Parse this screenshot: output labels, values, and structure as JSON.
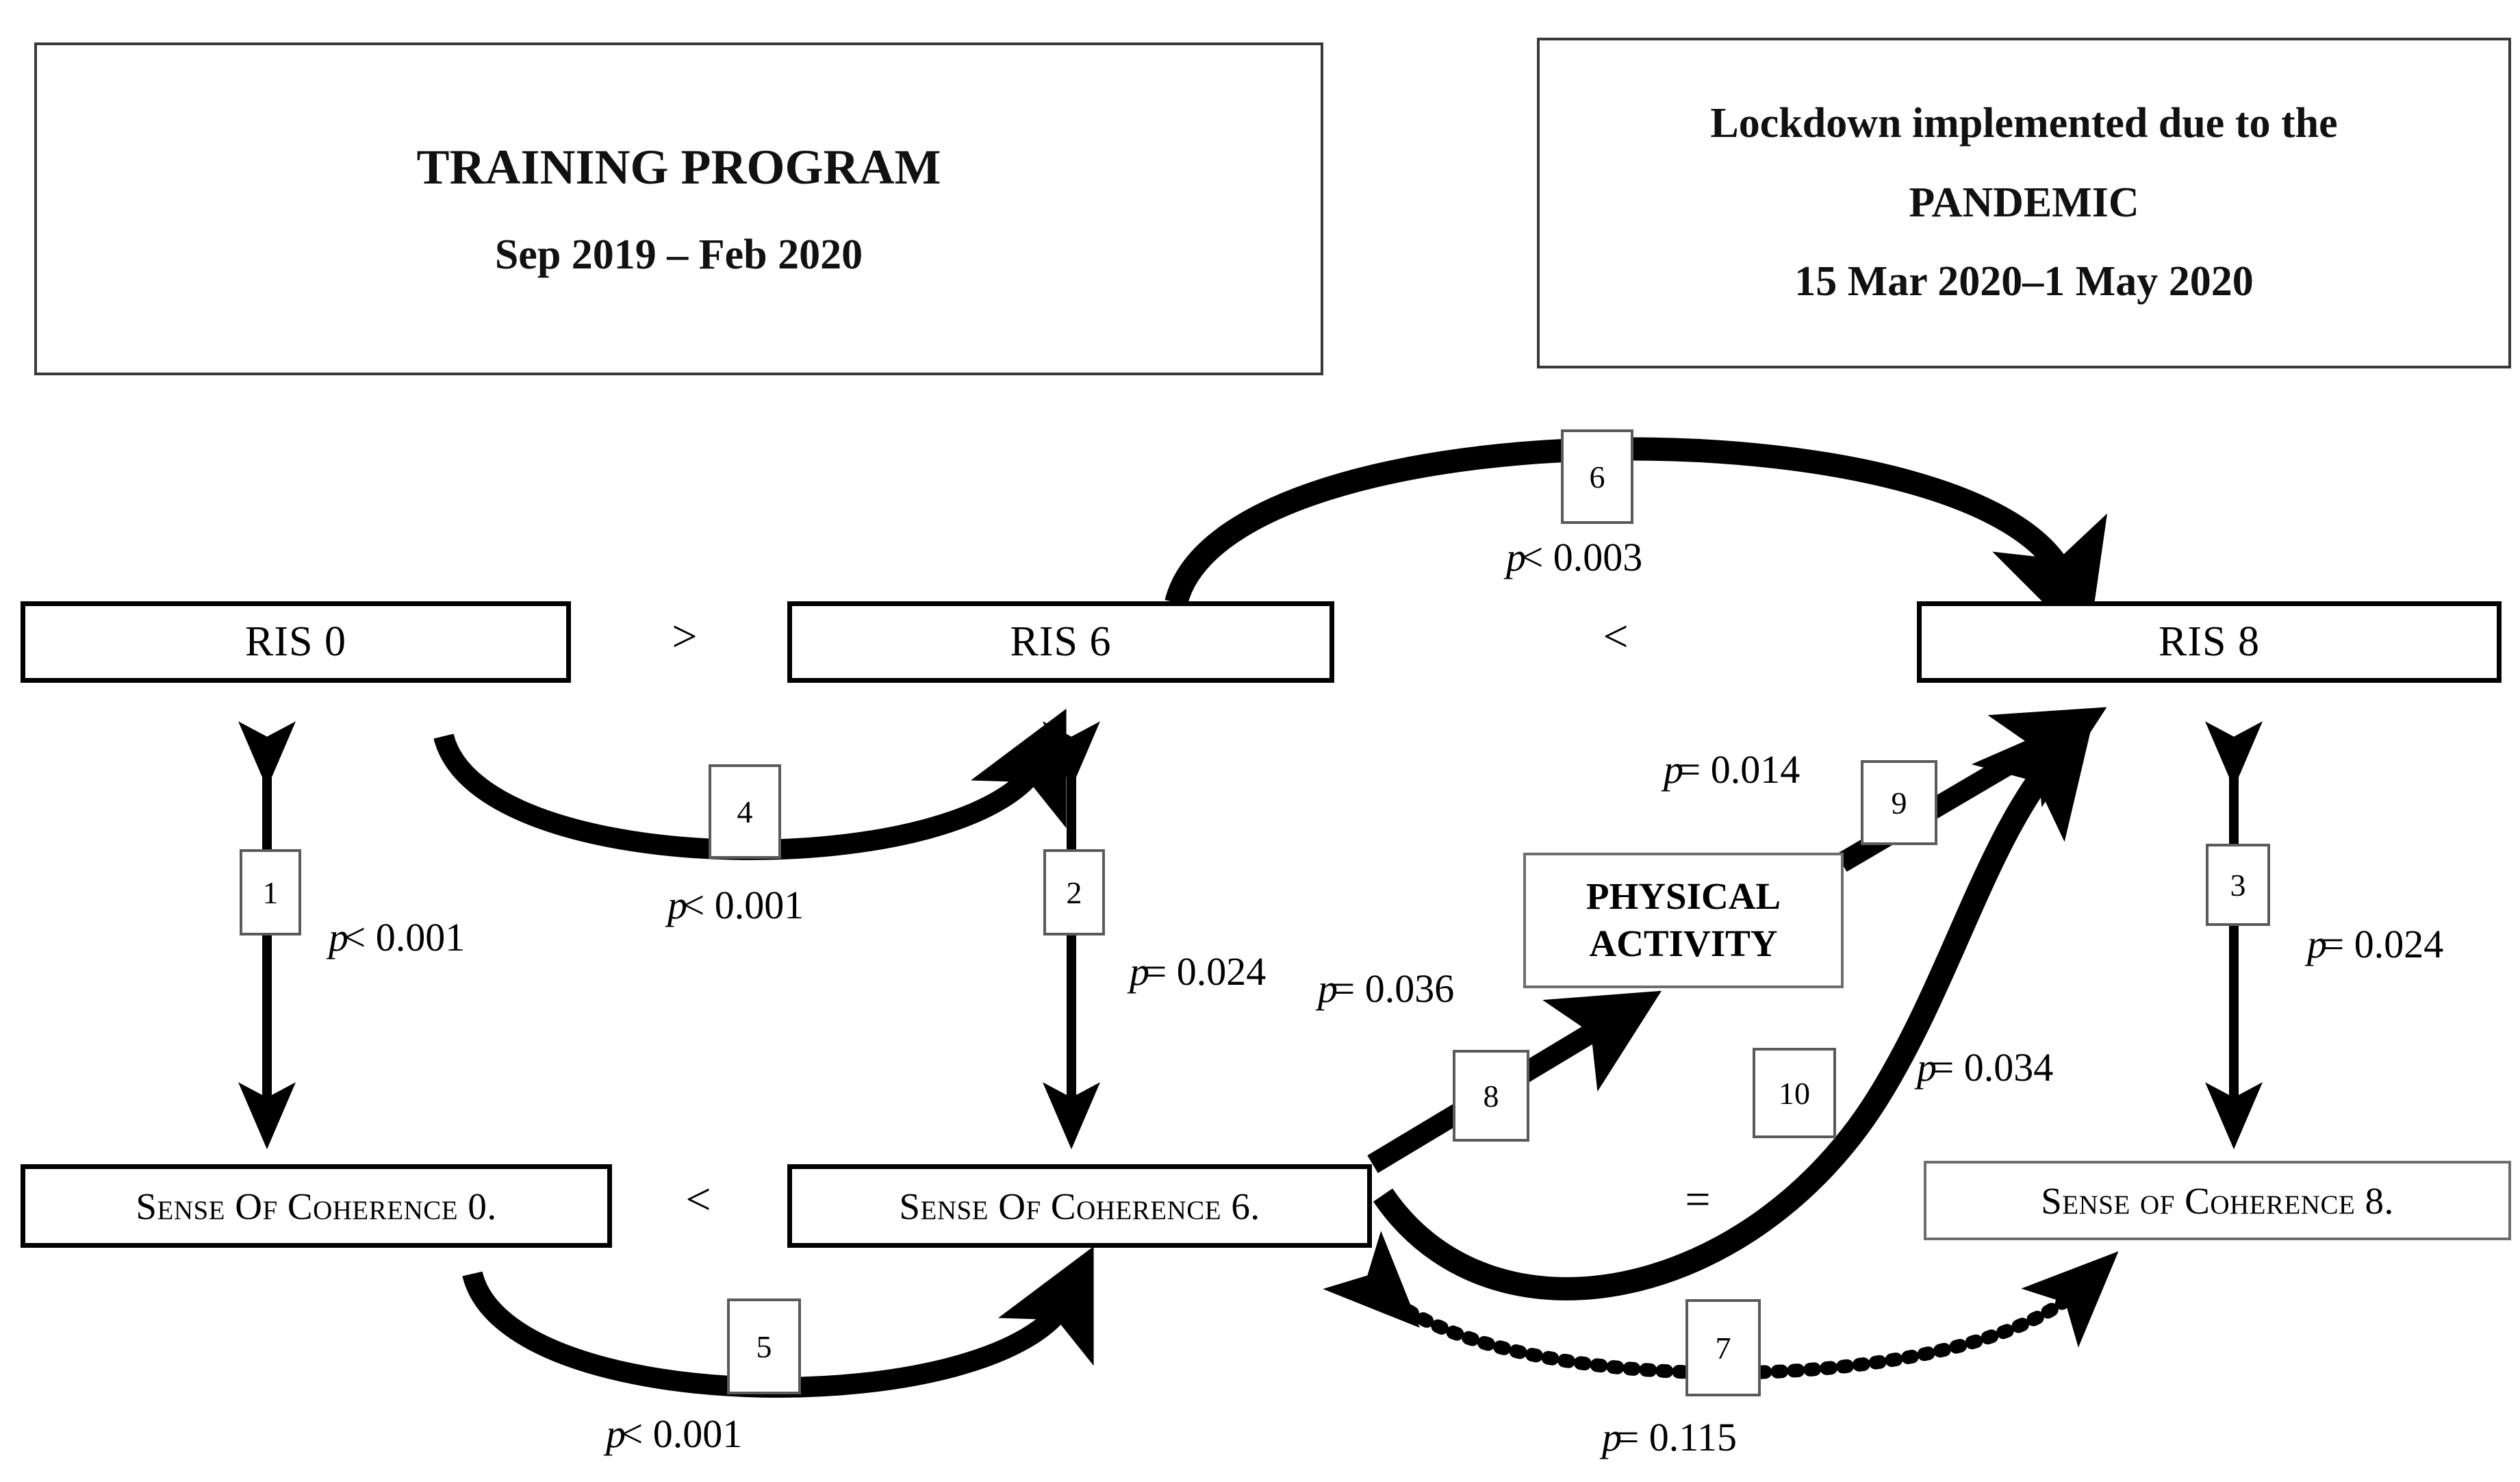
{
  "headers": [
    {
      "id": "training-program",
      "lines": [
        "TRAINING PROGRAM",
        "Sep 2019 – Feb 2020"
      ]
    },
    {
      "id": "lockdown-pandemic",
      "lines": [
        "Lockdown implemented due to the",
        "PANDEMIC",
        "15 Mar 2020–1 May 2020"
      ]
    }
  ],
  "nodes": {
    "ris0": "RIS 0",
    "ris6": "RIS 6",
    "ris8": "RIS 8",
    "soc0": "Sense Of Coherence 0.",
    "soc6": "Sense Of Coherence  6.",
    "soc8": "Sense of Coherence 8.",
    "physical_activity": [
      "PHYSICAL",
      "ACTIVITY"
    ]
  },
  "operators": [
    {
      "id": "ris0-vs-ris6",
      "symbol": ">"
    },
    {
      "id": "ris6-vs-ris8",
      "symbol": "<"
    },
    {
      "id": "soc0-vs-soc6",
      "symbol": "<"
    },
    {
      "id": "soc6-vs-soc8",
      "symbol": "="
    }
  ],
  "edges": [
    {
      "tag": "1",
      "p": "p < 0.001",
      "from": "ris0",
      "to": "soc0",
      "style": "double-arrow"
    },
    {
      "tag": "2",
      "p": "p = 0.024",
      "from": "ris6",
      "to": "soc6",
      "style": "double-arrow"
    },
    {
      "tag": "3",
      "p": "p = 0.024",
      "from": "ris8",
      "to": "soc8",
      "style": "double-arrow"
    },
    {
      "tag": "4",
      "p": "p < 0.001",
      "from": "ris0",
      "to": "ris6",
      "style": "curved-arrow"
    },
    {
      "tag": "5",
      "p": "p < 0.001",
      "from": "soc0",
      "to": "soc6",
      "style": "curved-arrow"
    },
    {
      "tag": "6",
      "p": "p < 0.003",
      "from": "ris6",
      "to": "ris8",
      "style": "curved-arrow"
    },
    {
      "tag": "7",
      "p": "p = 0.115",
      "from": "soc6",
      "to": "soc8",
      "style": "dotted-double-arrow"
    },
    {
      "tag": "8",
      "p": "p = 0.036",
      "from": "soc6",
      "to": "physical_activity",
      "style": "curved-arrow"
    },
    {
      "tag": "9",
      "p": "p = 0.014",
      "from": "physical_activity",
      "to": "ris8",
      "style": "straight-arrow"
    },
    {
      "tag": "10",
      "p": "p = 0.034",
      "from": "soc6",
      "to": "ris8",
      "style": "curved-arrow"
    }
  ],
  "colors": {
    "stroke": "#000000",
    "box_light": "#6e6e6e",
    "box_heavy": "#000000",
    "background": "#ffffff"
  }
}
